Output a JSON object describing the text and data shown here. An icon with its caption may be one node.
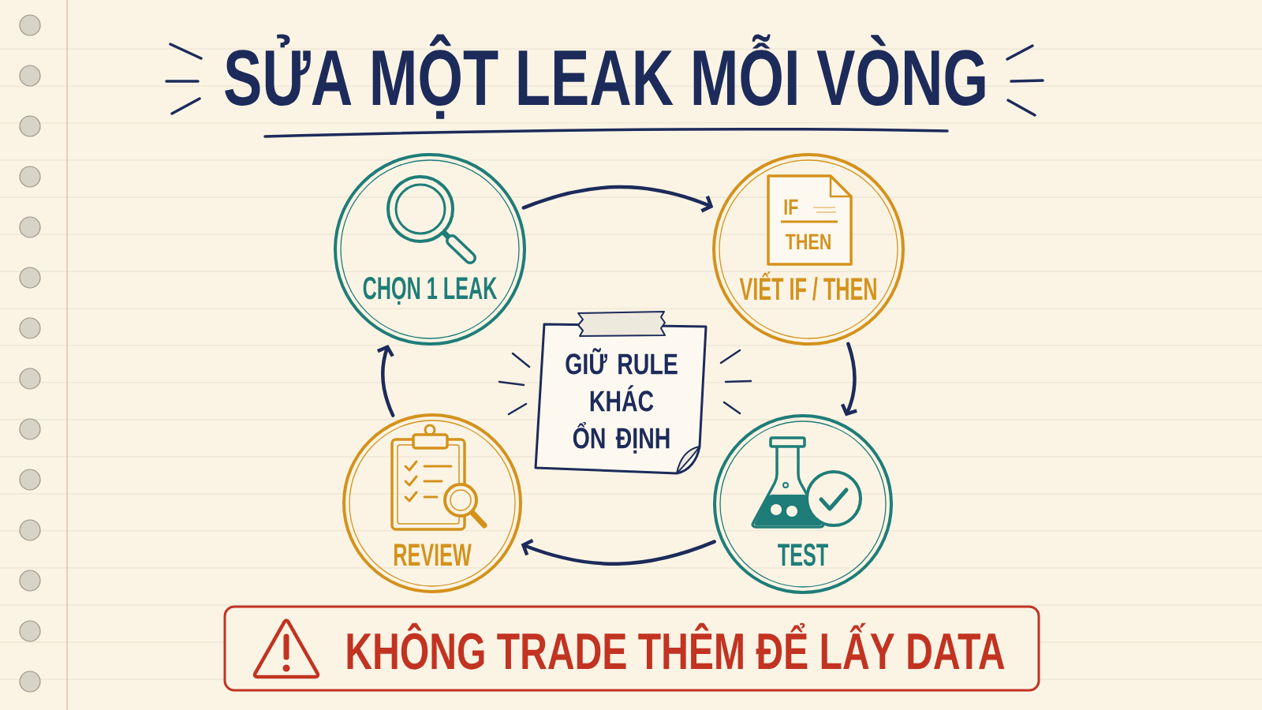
{
  "diagram": {
    "title": "SỬA MỘT LEAK MỖI VÒNG",
    "nodes": [
      {
        "text": [
          "CHỌN 1 LEAK"
        ]
      },
      {
        "text": [
          "IF",
          "THEN",
          "VIẾT IF / THEN"
        ]
      },
      {
        "text": [
          "GIỮ RULE KHÁC ỔN ĐỊNH"
        ]
      },
      {
        "text": [
          "REVIEW"
        ]
      },
      {
        "text": [
          "TEST"
        ]
      },
      {
        "text": [
          "KHÔNG TRADE THÊM ĐỂ LẤY DATA"
        ]
      }
    ],
    "edges": [
      {
        "from": 0,
        "to": 1,
        "arrow": "to"
      },
      {
        "from": 1,
        "to": 4,
        "arrow": "to"
      },
      {
        "from": 4,
        "to": 3,
        "arrow": "to"
      },
      {
        "from": 3,
        "to": 0,
        "arrow": "to"
      }
    ]
  }
}
